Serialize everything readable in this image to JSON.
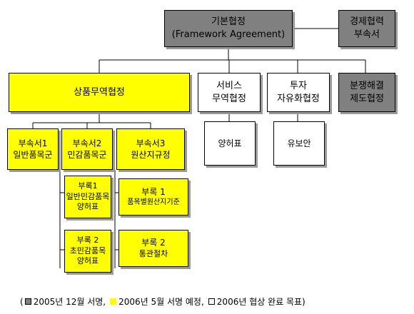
{
  "nodes": {
    "framework": {
      "line1": "기본협정",
      "line2": "(Framework Agreement)"
    },
    "economic_coop": {
      "line1": "경제협력",
      "line2": "부속서"
    },
    "goods": {
      "line1": "상품무역협정"
    },
    "services": {
      "line1": "서비스",
      "line2": "무역협정"
    },
    "investment": {
      "line1": "투자",
      "line2": "자유화협정"
    },
    "dispute": {
      "line1": "분쟁해결",
      "line2": "제도협정"
    },
    "annex1": {
      "line1": "부속서1",
      "line2": "일반품목군"
    },
    "annex2": {
      "line1": "부속서2",
      "line2": "민감품목군"
    },
    "annex3": {
      "line1": "부속서3",
      "line2": "원산지규정"
    },
    "services_offer": {
      "line1": "양허표"
    },
    "investment_draft": {
      "line1": "유보안"
    },
    "appendix1_a2": {
      "line1": "부록1",
      "line2": "일반민감품목",
      "line3": "양허표"
    },
    "appendix2_a2": {
      "line1": "부록 2",
      "line2": "초민감품목",
      "line3": "양허표"
    },
    "appendix1_a3": {
      "line1": "부록 1",
      "line2": "품목별원산지기준"
    },
    "appendix2_a3": {
      "line1": "부록 2",
      "line2": "통관절차"
    }
  },
  "legend": {
    "open": "(",
    "gray_text": "2005년 12월 서명,",
    "yellow_text": "2006년 5월 서명 예정,",
    "white_text": "2006년 협상 완료 목표)"
  },
  "colors": {
    "signed": "#808080",
    "planned": "#ffff00",
    "target": "#ffffff"
  }
}
